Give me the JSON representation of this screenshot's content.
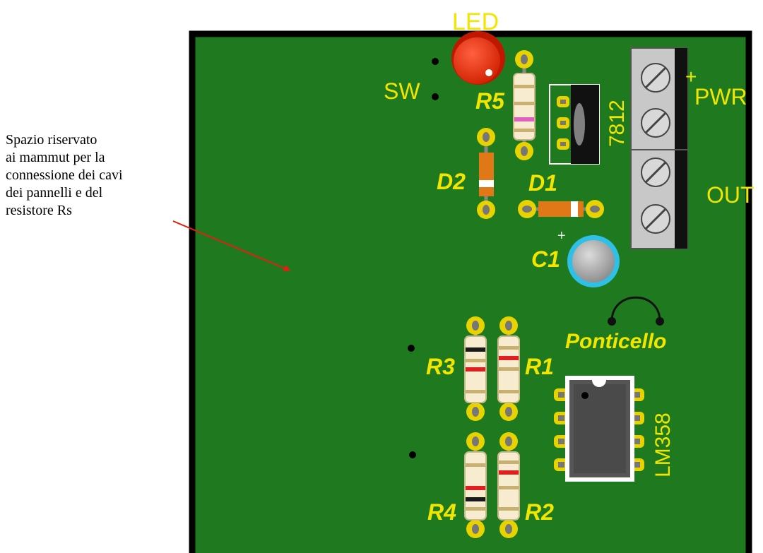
{
  "annotation": {
    "lines": [
      "Spazio riservato",
      "ai mammut per la",
      "connessione dei cavi",
      "dei pannelli e del",
      "resistore Rs"
    ]
  },
  "labels": {
    "led": "LED",
    "sw": "SW",
    "r5": "R5",
    "reg": "7812",
    "pwr_plus": "+",
    "pwr": "PWR",
    "out": "OUT",
    "d2": "D2",
    "d1": "D1",
    "c1_plus": "+",
    "c1": "C1",
    "ponticello": "Ponticello",
    "r3": "R3",
    "r1": "R1",
    "r4": "R4",
    "r2": "R2",
    "ic": "LM358"
  },
  "colors": {
    "board": "#1f7a1f",
    "board_border": "#000000",
    "silkscreen": "#f2e600",
    "pad": "#e8d200",
    "led": "#e83010",
    "arrow": "#e02010",
    "capacitor_ring": "#2fc0e8"
  }
}
